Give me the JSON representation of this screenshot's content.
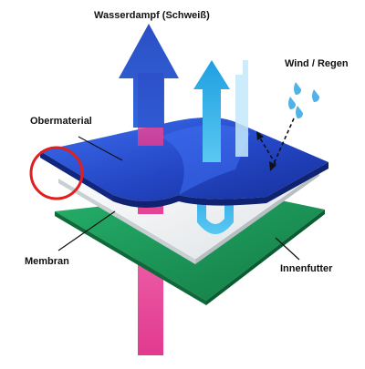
{
  "labels": {
    "vapor": "Wasserdampf (Schweiß)",
    "wind": "Wind / Regen",
    "outer": "Obermaterial",
    "membrane": "Membran",
    "lining": "Innenfutter"
  },
  "colors": {
    "outer_layer": "#1f3fb8",
    "outer_layer_highlight": "#3b6ae0",
    "membrane_layer": "#f2f4f5",
    "lining_layer": "#1e9a5c",
    "vapor_arrow": "#e0439c",
    "blue_arrow": "#2a4fd8",
    "cyan_arrow": "#1ea8e6",
    "water_drop": "#4fb3e8",
    "highlight_circle": "#e02020",
    "leader_lines": "#111111"
  },
  "icons": [
    "vapor-arrow-icon",
    "wind-arrow-icon",
    "water-drop-icon",
    "highlight-circle-icon"
  ]
}
